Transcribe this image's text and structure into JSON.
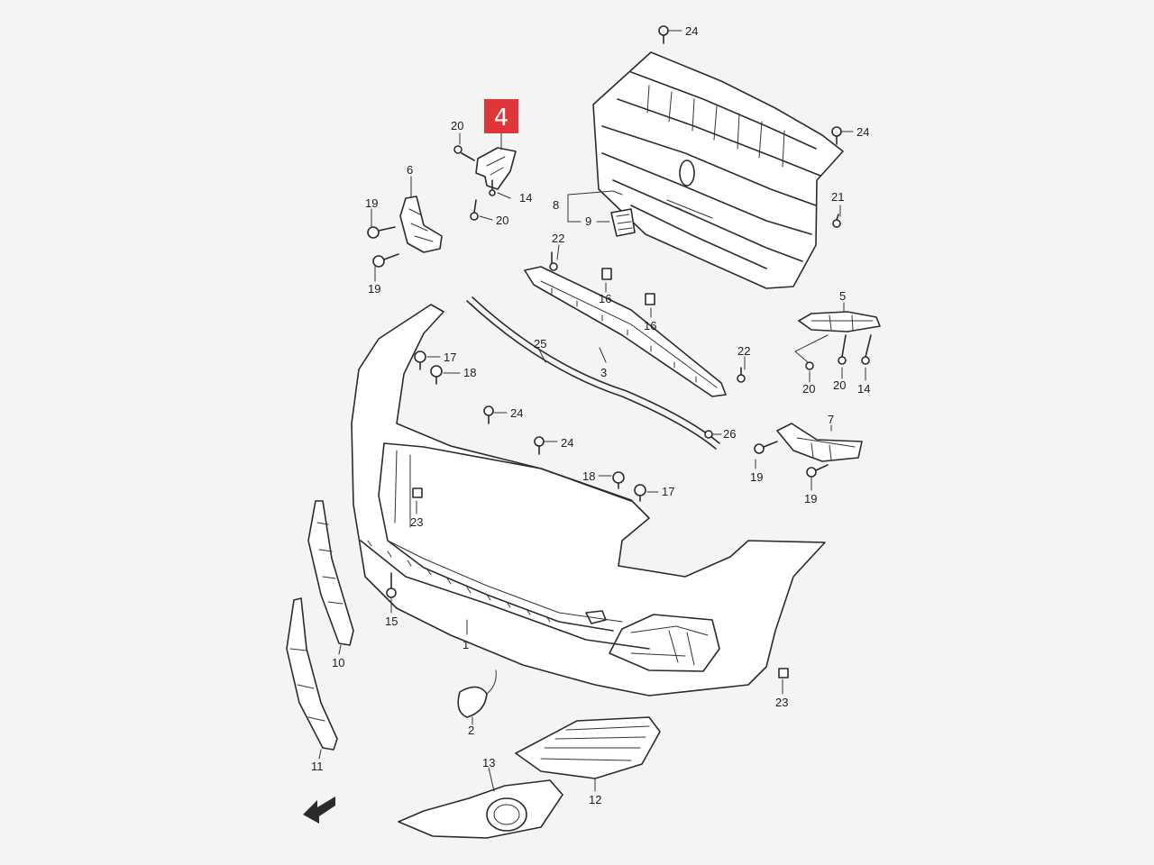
{
  "highlight": {
    "part": "4",
    "color": "#e0353b"
  },
  "callouts": [
    "24",
    "24",
    "20",
    "14",
    "20",
    "6",
    "19",
    "19",
    "8",
    "9",
    "21",
    "22",
    "16",
    "16",
    "5",
    "22",
    "20",
    "20",
    "14",
    "17",
    "18",
    "25",
    "3",
    "24",
    "24",
    "26",
    "7",
    "19",
    "19",
    "18",
    "17",
    "23",
    "15",
    "1",
    "10",
    "11",
    "2",
    "23",
    "13",
    "12"
  ]
}
